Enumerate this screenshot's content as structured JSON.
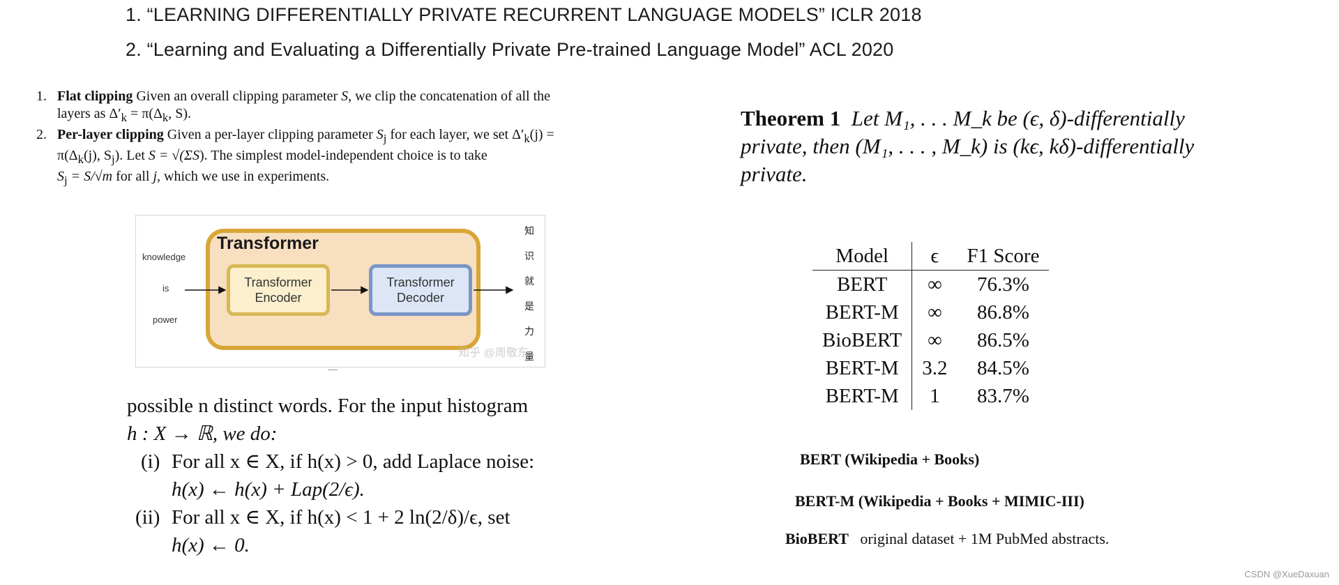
{
  "references": [
    "1. “LEARNING DIFFERENTIALLY PRIVATE RECURRENT LANGUAGE MODELS” ICLR 2018",
    "2. “Learning and Evaluating a Differentially Private Pre-trained Language Model” ACL 2020"
  ],
  "clipping": {
    "item1": {
      "number": "1.",
      "title": "Flat clipping",
      "text_a": "Given an overall clipping parameter",
      "sym_S": "S",
      "text_b": ", we clip the concatenation of all the",
      "text_c": "layers as Δ′",
      "sub_k": "k",
      "text_d": " = π(Δ",
      "text_e": ", S)."
    },
    "item2": {
      "number": "2.",
      "title": "Per-layer clipping",
      "text_a": "Given a per-layer clipping parameter",
      "sym_Sj": "S",
      "sub_j": "j",
      "text_b": "for each layer, we set Δ′",
      "text_c": "(j) =",
      "line2_a": "π(Δ",
      "line2_b": "(j), S",
      "line2_c": "). Let",
      "line2_d": "S = √(Σ",
      "line2_e": "S",
      "line2_f": "). The simplest model-independent choice is to take",
      "line3_a": "S",
      "line3_b": " = S/√m",
      "line3_c": " for all ",
      "line3_d": "j",
      "line3_e": ", which we use in experiments."
    }
  },
  "diagram": {
    "input_words": [
      "knowledge",
      "is",
      "power"
    ],
    "container_title": "Transformer",
    "encoder_line1": "Transformer",
    "encoder_line2": "Encoder",
    "decoder_line1": "Transformer",
    "decoder_line2": "Decoder",
    "output_chars": [
      "知",
      "识",
      "就",
      "是",
      "力",
      "量"
    ],
    "watermark": "知乎 @周敬东",
    "colors": {
      "container_fill": "#f8dfc0",
      "container_border": "#d8a636",
      "encoder_fill": "#fbefce",
      "encoder_border": "#d8b855",
      "decoder_fill": "#dce6f6",
      "decoder_border": "#7896c6"
    }
  },
  "laplace": {
    "intro1": "possible n distinct words. For the input histogram",
    "intro2": "h : X → ℝ, we do:",
    "i_label": "(i)",
    "i_line1": "For all x ∈ X, if h(x) > 0, add Laplace noise:",
    "i_line2": "h(x) ← h(x) + Lap(2/ϵ).",
    "ii_label": "(ii)",
    "ii_line1": "For all x ∈ X, if h(x) < 1 + 2 ln(2/δ)/ϵ, set",
    "ii_line2": "h(x) ← 0."
  },
  "theorem": {
    "heading": "Theorem 1",
    "line1": "Let M₁, . . . M_k be (ϵ, δ)-differentially",
    "line2": "private, then (M₁, . . . , M_k) is (kϵ, kδ)-differentially",
    "line3": "private."
  },
  "results_table": {
    "headers": [
      "Model",
      "ϵ",
      "F1 Score"
    ],
    "rows": [
      [
        "BERT",
        "∞",
        "76.3%"
      ],
      [
        "BERT-M",
        "∞",
        "86.8%"
      ],
      [
        "BioBERT",
        "∞",
        "86.5%"
      ],
      [
        "BERT-M",
        "3.2",
        "84.5%"
      ],
      [
        "BERT-M",
        "1",
        "83.7%"
      ]
    ]
  },
  "datasets": {
    "bert": "BERT (Wikipedia + Books)",
    "bert_m": "BERT-M (Wikipedia + Books + MIMIC-III)",
    "biobert_name": "BioBERT",
    "biobert_desc": "original dataset + 1M PubMed abstracts."
  },
  "footer": "CSDN @XueDaxuan"
}
